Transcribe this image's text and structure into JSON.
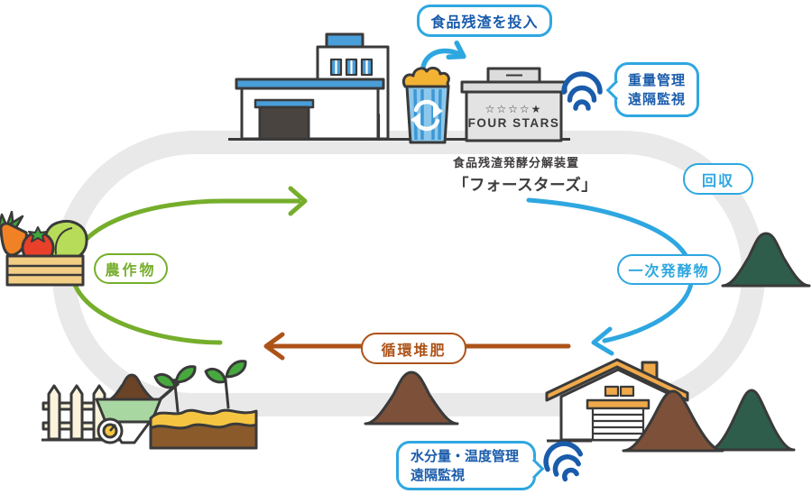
{
  "diagram_title": "circular food-waste compost loop",
  "machine": {
    "caption_line1": "食品残渣発酵分解装置",
    "caption_line2": "「フォースターズ」",
    "stars": "☆☆☆☆★",
    "brand": "FOUR STARS"
  },
  "bubbles": {
    "input_label": "食品残渣を投入",
    "weight_line1": "重量管理",
    "weight_line2": "遠隔監視",
    "moisture_line1": "水分量・温度管理",
    "moisture_line2": "遠隔監視"
  },
  "labels": {
    "collection": "回収",
    "primary_ferment": "一次発酵物",
    "circular_compost": "循環堆肥",
    "crops": "農作物"
  },
  "icons": {
    "wifi_top": "wifi-icon",
    "wifi_bottom": "wifi-icon",
    "recycle_bin": "recycle-icon"
  },
  "colors": {
    "loop_ring_gray": "#E9E9E9",
    "light_blue": "#2EA7E0",
    "dark_blue": "#1A5CAB",
    "green": "#76AE2C",
    "brown_accent": "#AD5318",
    "outline": "#3A3A3A",
    "orange": "#F0A94A",
    "mound_brown": "#7C5039",
    "mound_dark_green": "#2F5D4B"
  }
}
